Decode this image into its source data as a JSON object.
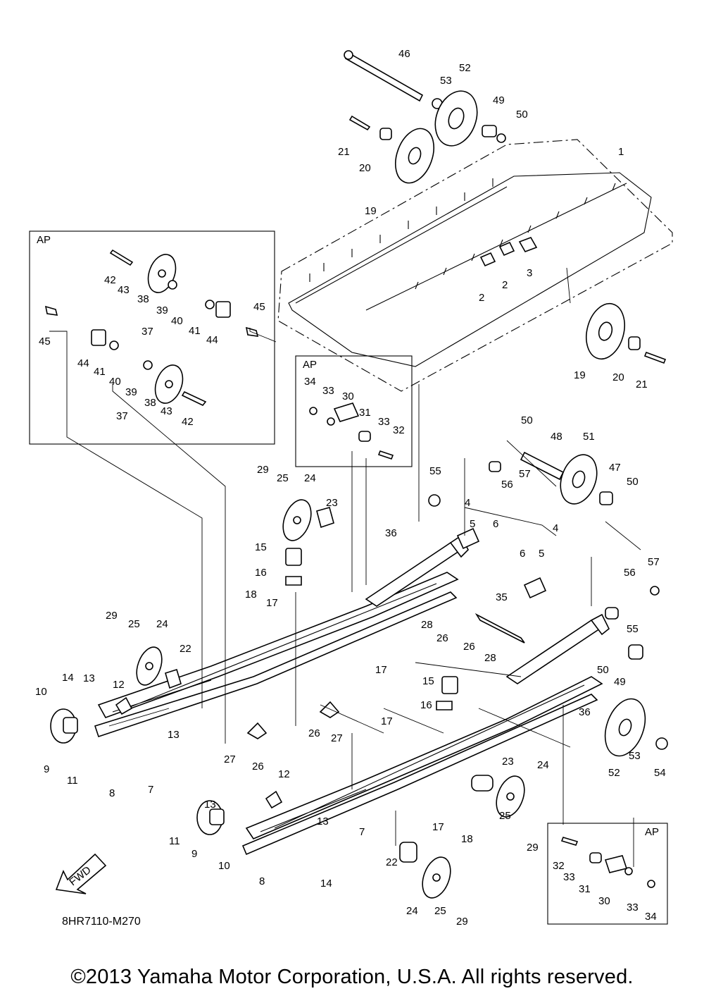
{
  "diagram": {
    "drawing_code": "8HR7110-M270",
    "fwd_label": "FWD",
    "assembly_label": "AP",
    "callouts": [
      "1",
      "2",
      "3",
      "4",
      "5",
      "6",
      "7",
      "8",
      "9",
      "10",
      "11",
      "12",
      "13",
      "14",
      "15",
      "16",
      "17",
      "18",
      "19",
      "20",
      "21",
      "22",
      "23",
      "24",
      "25",
      "26",
      "27",
      "28",
      "29",
      "30",
      "31",
      "32",
      "33",
      "34",
      "35",
      "36",
      "37",
      "38",
      "39",
      "40",
      "41",
      "42",
      "43",
      "44",
      "45",
      "46",
      "47",
      "48",
      "49",
      "50",
      "51",
      "52",
      "53",
      "54",
      "55",
      "56",
      "57"
    ]
  },
  "copyright": "©2013 Yamaha Motor Corporation, U.S.A. All rights reserved."
}
